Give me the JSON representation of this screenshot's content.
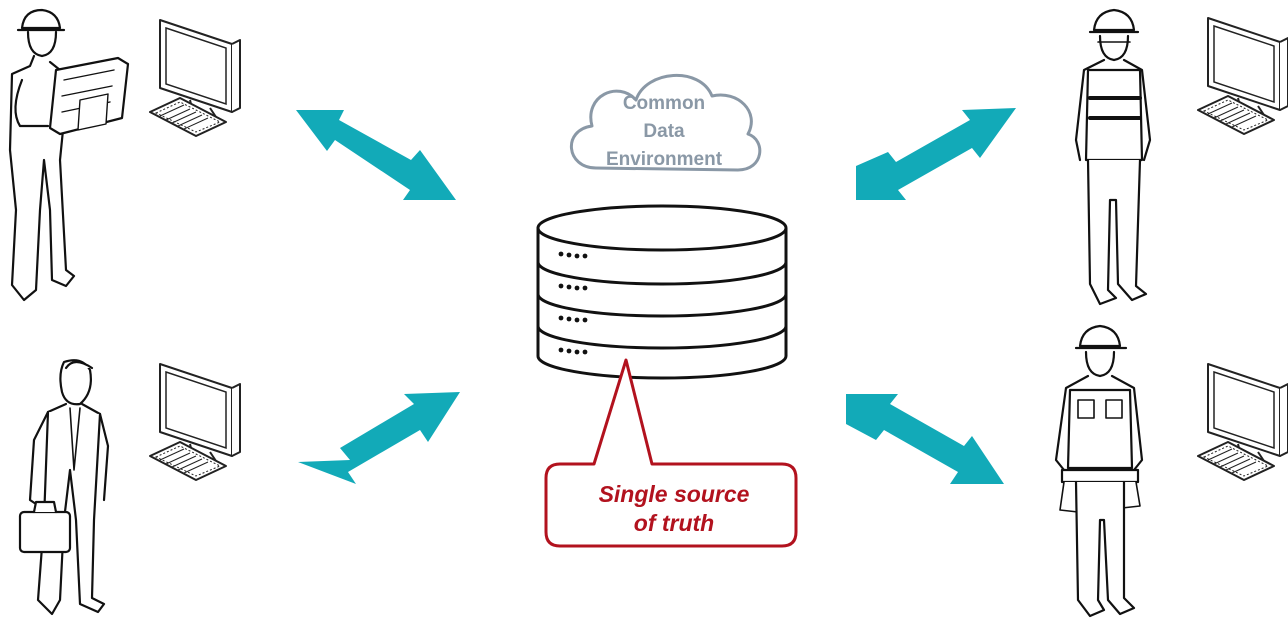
{
  "cloud": {
    "lines": [
      "Common",
      "Data",
      "Environment"
    ],
    "icon": "cloud-icon",
    "text_color": "#8a98a6"
  },
  "database": {
    "icon": "database-server-icon",
    "disk_count": 4
  },
  "callout": {
    "lines": [
      "Single source",
      "of truth"
    ],
    "border_color": "#b2121e",
    "text_color": "#b2121e"
  },
  "arrows": {
    "color": "#12aab8",
    "icon": "double-headed-arrow-icon"
  },
  "stakeholders": [
    {
      "figure": "construction-worker-reading-plans-icon",
      "workstation": "desktop-computer-icon"
    },
    {
      "figure": "businessman-with-briefcase-icon",
      "workstation": "desktop-computer-icon"
    },
    {
      "figure": "site-engineer-in-safety-vest-icon",
      "workstation": "desktop-computer-icon"
    },
    {
      "figure": "tradesman-with-tool-belt-icon",
      "workstation": "desktop-computer-icon"
    }
  ]
}
